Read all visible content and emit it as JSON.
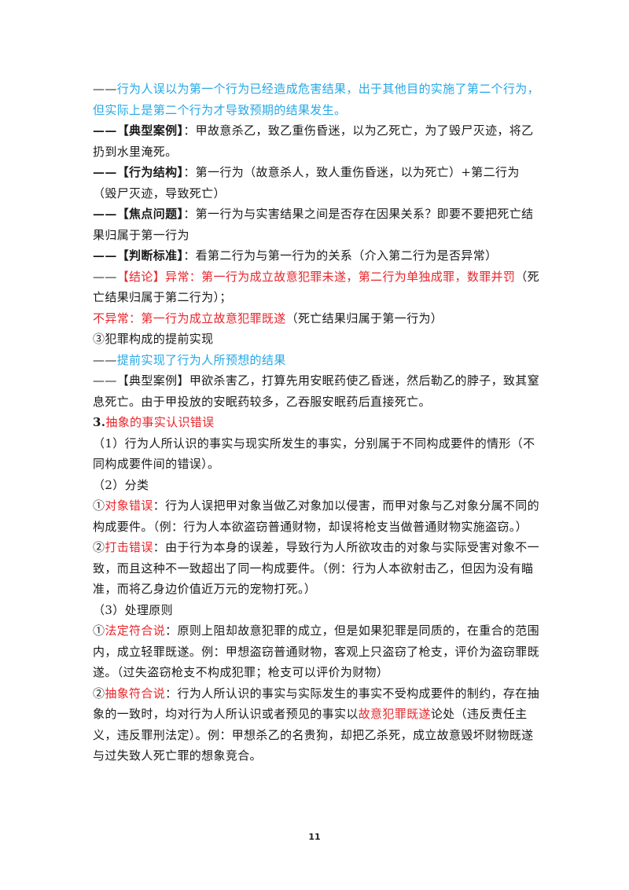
{
  "lines": [
    {
      "id": "l1",
      "segments": [
        {
          "text": "——",
          "style": "plain"
        },
        {
          "text": "行为人误以为第一个行为已经造成危害结果，出于其他目的实施了第二个行为，但实际上是第二个行为才导致预期的结果发生。",
          "style": "blue"
        }
      ]
    },
    {
      "id": "l2",
      "segments": [
        {
          "text": "——【典型案例】",
          "style": "bold"
        },
        {
          "text": "：甲故意杀乙，致乙重伤昏迷，以为乙死亡，为了毁尸灭迹，将乙扔到水里淹死。",
          "style": "plain"
        }
      ]
    },
    {
      "id": "l3",
      "segments": [
        {
          "text": "——【行为结构】",
          "style": "bold"
        },
        {
          "text": "：第一行为（故意杀人，致人重伤昏迷，以为死亡）+第二行为（毁尸灭迹，导致死亡）",
          "style": "plain"
        }
      ]
    },
    {
      "id": "l4",
      "segments": [
        {
          "text": "——【焦点问题】",
          "style": "bold"
        },
        {
          "text": "：第一行为与实害结果之间是否存在因果关系？即要不要把死亡结果归属于第一行为",
          "style": "plain"
        }
      ]
    },
    {
      "id": "l5",
      "segments": [
        {
          "text": "——【判断标准】",
          "style": "bold"
        },
        {
          "text": "：看第二行为与第一行为的关系（介入第二行为是否异常）",
          "style": "plain"
        }
      ]
    },
    {
      "id": "l6",
      "segments": [
        {
          "text": "——",
          "style": "plain"
        },
        {
          "text": "【结论】",
          "style": "red"
        },
        {
          "text": "异常：第一行为成立故意犯罪未遂，第二行为单独成罪，数罪并罚",
          "style": "red"
        },
        {
          "text": "（死亡结果归属于第二行为）；",
          "style": "plain"
        }
      ]
    },
    {
      "id": "l7",
      "segments": [
        {
          "text": "不异常：第一行为成立故意犯罪既遂",
          "style": "red"
        },
        {
          "text": "（死亡结果归属于第一行为）",
          "style": "plain"
        }
      ]
    },
    {
      "id": "l8",
      "segments": [
        {
          "text": "③犯罪构成的提前实现",
          "style": "plain"
        }
      ]
    },
    {
      "id": "l9",
      "segments": [
        {
          "text": "——",
          "style": "plain"
        },
        {
          "text": "提前实现了行为人所预想的结果",
          "style": "blue"
        }
      ]
    },
    {
      "id": "l10",
      "segments": [
        {
          "text": "——【典型案例】",
          "style": "plain"
        },
        {
          "text": "甲欲杀害乙，打算先用安眠药使乙昏迷，然后勒乙的脖子，致其窒息死亡。由于甲投放的安眠药较多，乙吞服安眠药后直接死亡。",
          "style": "plain"
        }
      ]
    },
    {
      "id": "l11",
      "segments": [
        {
          "text": "3.",
          "style": "bold"
        },
        {
          "text": "抽象的事实认识错误",
          "style": "red"
        }
      ]
    },
    {
      "id": "l12",
      "segments": [
        {
          "text": "（1）行为人所认识的事实与现实所发生的事实，分别属于不同构成要件的情形（不同构成要件间的错误）。",
          "style": "plain"
        }
      ]
    },
    {
      "id": "l13",
      "segments": [
        {
          "text": "（2）分类",
          "style": "plain"
        }
      ]
    },
    {
      "id": "l14",
      "segments": [
        {
          "text": "①",
          "style": "plain"
        },
        {
          "text": "对象错误",
          "style": "red"
        },
        {
          "text": "：行为人误把甲对象当做乙对象加以侵害，而甲对象与乙对象分属不同的构成要件。（例：行为人本欲盗窃普通财物，却误将枪支当做普通财物实施盗窃。）",
          "style": "plain"
        }
      ]
    },
    {
      "id": "l15",
      "segments": [
        {
          "text": "②",
          "style": "plain"
        },
        {
          "text": "打击错误",
          "style": "red"
        },
        {
          "text": "：由于行为本身的误差，导致行为人所欲攻击的对象与实际受害对象不一致，而且这种不一致超出了同一构成要件。（例：行为人本欲射击乙，但因为没有瞄准，而将乙身边价值近万元的宠物打死。）",
          "style": "plain"
        }
      ]
    },
    {
      "id": "l16",
      "segments": [
        {
          "text": "（3）处理原则",
          "style": "plain"
        }
      ]
    },
    {
      "id": "l17",
      "segments": [
        {
          "text": "①",
          "style": "plain"
        },
        {
          "text": "法定符合说",
          "style": "red"
        },
        {
          "text": "：原则上阻却故意犯罪的成立，但是如果犯罪是同质的，在重合的范围内，成立轻罪既遂。例：甲想盗窃普通财物，客观上只盗窃了枪支，评价为盗窃罪既遂。（过失盗窃枪支不构成犯罪；枪支可以评价为财物）",
          "style": "plain"
        }
      ]
    },
    {
      "id": "l18",
      "segments": [
        {
          "text": "②",
          "style": "plain"
        },
        {
          "text": "抽象符合说",
          "style": "red"
        },
        {
          "text": "：行为人所认识的事实与实际发生的事实不受构成要件的制约，存在抽象的一致时，均对行为人所认识或者预见的事实以",
          "style": "plain"
        },
        {
          "text": "故意犯罪既遂",
          "style": "red"
        },
        {
          "text": "论处（违反责任主义，违反罪刑法定）。例：甲想杀乙的名贵狗，却把乙杀死，成立故意毁坏财物既遂与过失致人死亡罪的想象竞合。",
          "style": "plain"
        }
      ]
    }
  ],
  "page_number": "11",
  "colors": {
    "blue": "#26a8e6",
    "red": "#e8262b",
    "text": "#1a1a1a"
  }
}
